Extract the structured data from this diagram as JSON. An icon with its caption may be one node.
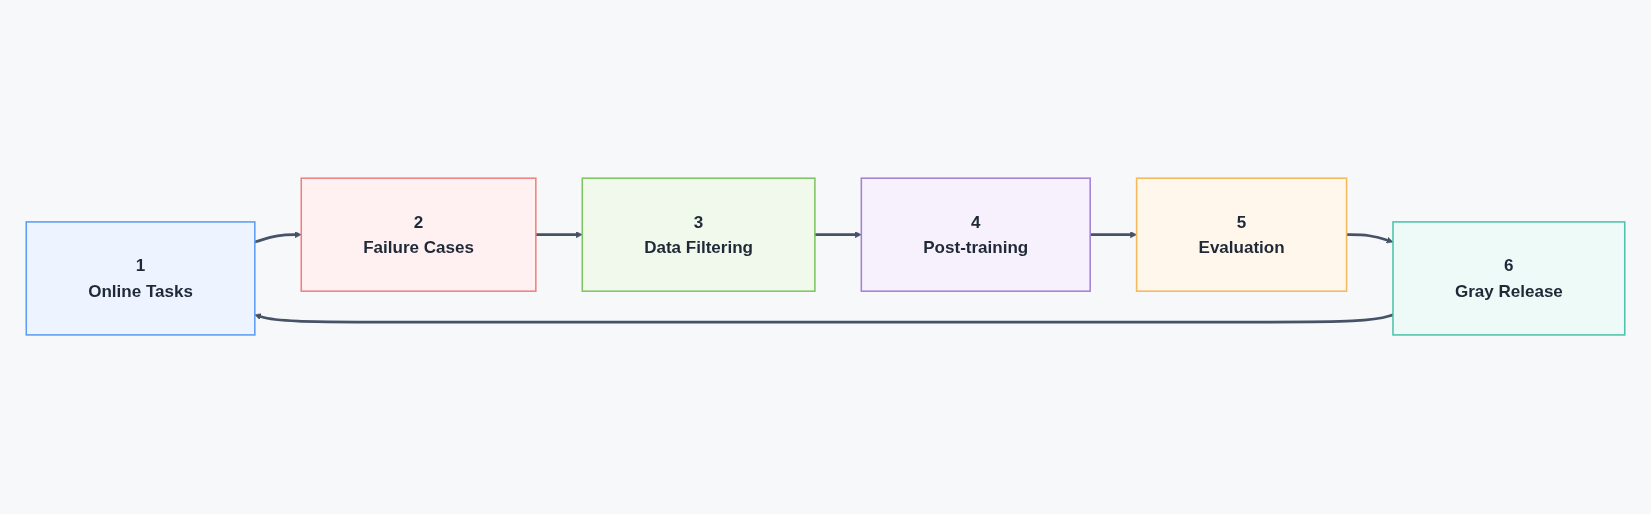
{
  "diagram": {
    "nodes": [
      {
        "text": [
          "1",
          "Online Tasks"
        ]
      },
      {
        "text": [
          "2",
          "Failure Cases"
        ]
      },
      {
        "text": [
          "3",
          "Data Filtering"
        ]
      },
      {
        "text": [
          "4",
          "Post-training"
        ]
      },
      {
        "text": [
          "5",
          "Evaluation"
        ]
      },
      {
        "text": [
          "6",
          "Gray Release"
        ]
      }
    ],
    "edges": [
      {
        "from": 0,
        "to": 1,
        "arrow": "to"
      },
      {
        "from": 1,
        "to": 2,
        "arrow": "to"
      },
      {
        "from": 2,
        "to": 3,
        "arrow": "to"
      },
      {
        "from": 3,
        "to": 4,
        "arrow": "to"
      },
      {
        "from": 4,
        "to": 5,
        "arrow": "to"
      },
      {
        "from": 5,
        "to": 0,
        "arrow": "to"
      }
    ]
  }
}
